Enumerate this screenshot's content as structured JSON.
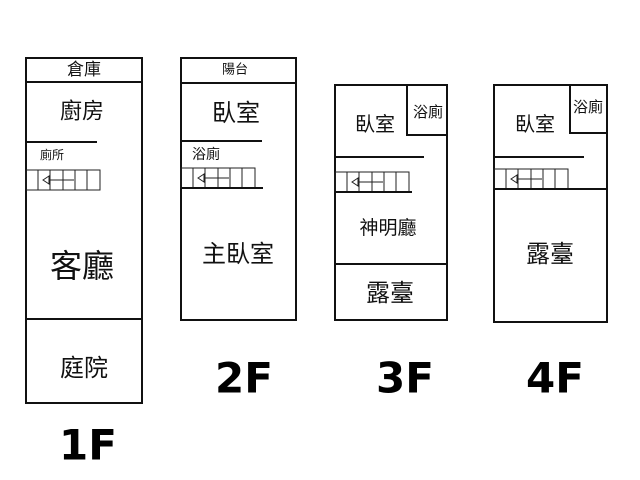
{
  "floors": [
    {
      "label": "1F",
      "rooms": [
        "倉庫",
        "廚房",
        "廁所",
        "客廳",
        "庭院"
      ]
    },
    {
      "label": "2F",
      "rooms": [
        "陽台",
        "臥室",
        "浴廁",
        "主臥室"
      ]
    },
    {
      "label": "3F",
      "rooms": [
        "臥室",
        "浴廁",
        "神明廳",
        "露臺"
      ]
    },
    {
      "label": "4F",
      "rooms": [
        "臥室",
        "浴廁",
        "露臺"
      ]
    }
  ]
}
